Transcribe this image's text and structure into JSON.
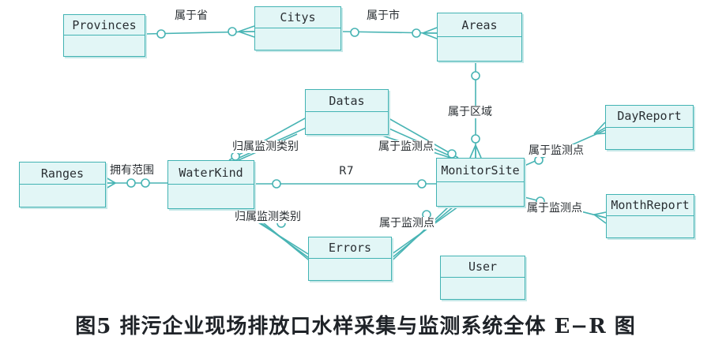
{
  "entities": {
    "provinces": "Provinces",
    "citys": "Citys",
    "areas": "Areas",
    "datas": "Datas",
    "day_report": "DayReport",
    "ranges": "Ranges",
    "water_kind": "WaterKind",
    "monitor_site": "MonitorSite",
    "month_report": "MonthReport",
    "errors": "Errors",
    "user": "User"
  },
  "relationships": {
    "province_city": "属于省",
    "city_area": "属于市",
    "site_area": "属于区域",
    "datas_kind": "归属监测类别",
    "datas_site": "属于监测点",
    "site_dayreport": "属于监测点",
    "kind_ranges": "拥有范围",
    "kind_site": "R7",
    "site_monthreport": "属于监测点",
    "errors_kind": "归属监测类别",
    "errors_site": "属于监测点"
  },
  "caption": "图5   排污企业现场排放口水样采集与监测系统全体 E−R 图",
  "colors": {
    "entity_fill": "#e2f6f6",
    "entity_border": "#42b3b3",
    "line": "#48b4b4"
  }
}
